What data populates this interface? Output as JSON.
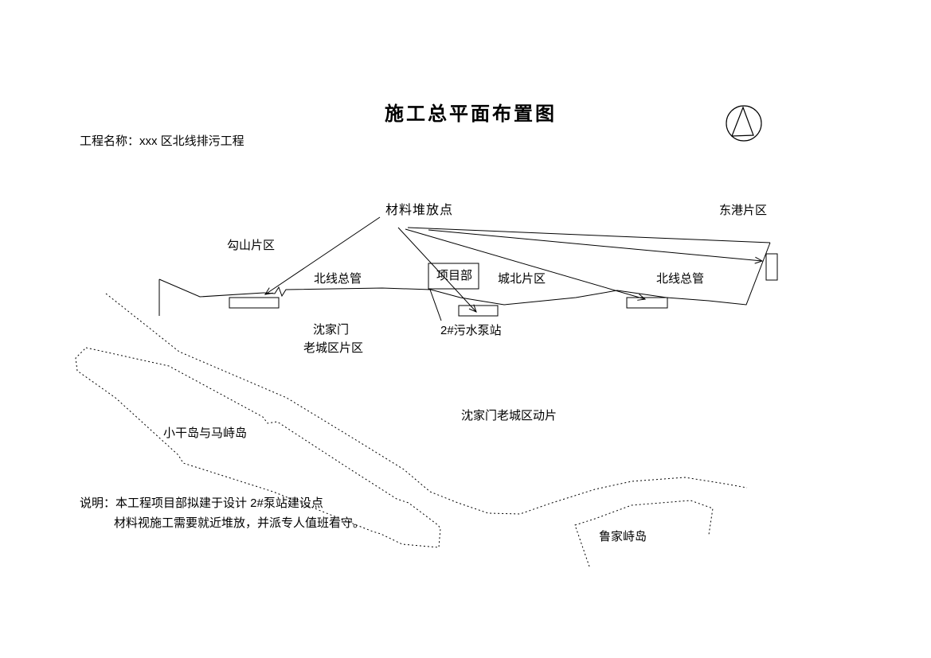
{
  "title": "施工总平面布置图",
  "header": {
    "project_name": "工程名称：xxx 区北线排污工程"
  },
  "map_labels": {
    "material_point": "材料堆放点",
    "donggang": "东港片区",
    "goushan": "勾山片区",
    "north_main_left": "北线总管",
    "project_dept": "项目部",
    "chengbei": "城北片区",
    "north_main_right": "北线总管",
    "shenjiamen_l1": "沈家门",
    "shenjiamen_l2": "老城区片区",
    "pump_station": "2#污水泵站",
    "old_town": "沈家门老城区动片",
    "xiaogan_mazhi": "小干岛与马峙岛",
    "lujiazhi": "鲁家峙岛"
  },
  "notes": {
    "line1": "说明：本工程项目部拟建于设计 2#泵站建设点",
    "line2": "材料视施工需要就近堆放，并派专人值班看守。"
  },
  "icons": {
    "north_arrow": "north-arrow-compass"
  },
  "colors": {
    "stroke": "#000000",
    "background": "#ffffff",
    "text": "#000000"
  }
}
